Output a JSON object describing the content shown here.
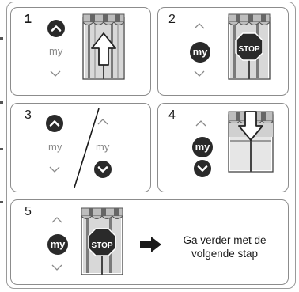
{
  "steps": [
    {
      "number": "1",
      "buttons": {
        "my": "my"
      }
    },
    {
      "number": "2",
      "buttons": {
        "my": "my"
      },
      "stop_sign": "STOP"
    },
    {
      "number": "3",
      "left_buttons": {
        "my": "my"
      },
      "right_buttons": {
        "my": "my"
      }
    },
    {
      "number": "4",
      "buttons": {
        "my": "my"
      }
    },
    {
      "number": "5",
      "buttons": {
        "my": "my"
      },
      "stop_sign": "STOP",
      "caption_line1": "Ga verder met de",
      "caption_line2": "volgende stap"
    }
  ],
  "colors": {
    "button": "#2a2a2a",
    "muted": "#8a8a8a",
    "border": "#8c8c8c"
  }
}
